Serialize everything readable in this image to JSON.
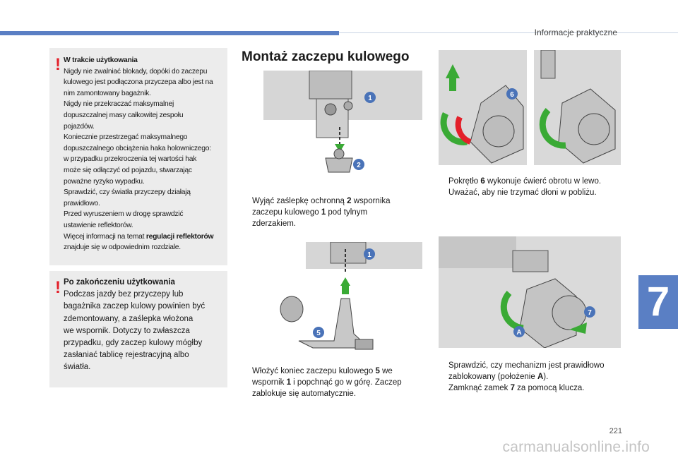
{
  "header": {
    "section": "Informacje praktyczne"
  },
  "warning1": {
    "title": "W trakcie użytkowania",
    "lines": [
      "Nigdy nie zwalniać blokady, dopóki do zaczepu",
      "kulowego jest podłączona przyczepa albo jest na",
      "nim zamontowany bagażnik.",
      "Nigdy nie przekraczać maksymalnej",
      "dopuszczalnej masy całkowitej zespołu",
      "pojazdów.",
      "Koniecznie przestrzegać maksymalnego",
      "dopuszczalnego obciążenia haka holowniczego:",
      "w przypadku przekroczenia tej wartości hak",
      "może się odłączyć od pojazdu, stwarzając",
      "poważne ryzyko wypadku.",
      "Sprawdzić, czy światła przyczepy działają",
      "prawidłowo.",
      "Przed wyruszeniem w drogę sprawdzić",
      "ustawienie reflektorów."
    ],
    "last_pre": "Więcej informacji na temat ",
    "last_bold": "regulacji reflektorów",
    "last_post": "znajduje się w odpowiednim rozdziale."
  },
  "warning2": {
    "title": "Po zakończeniu użytkowania",
    "lines": [
      "Podczas jazdy bez przyczepy lub",
      "bagażnika zaczep kulowy powinien być",
      "zdemontowany, a zaślepka włożona",
      "we wspornik. Dotyczy to zwłaszcza",
      "przypadku, gdy zaczep kulowy mógłby",
      "zasłaniać tablicę rejestracyjną albo",
      "światła."
    ]
  },
  "section_title": "Montaż zaczepu kulowego",
  "figure_labels": {
    "one": "1",
    "two": "2",
    "five": "5",
    "six": "6",
    "seven": "7",
    "a": "A"
  },
  "steps": {
    "s1": {
      "l1a": "Wyjąć zaślepkę ochronną ",
      "l1b": "2",
      "l1c": " wspornika",
      "l2a": "zaczepu kulowego ",
      "l2b": "1",
      "l2c": " pod tylnym",
      "l3": "zderzakiem."
    },
    "s2": {
      "l1a": "Włożyć koniec zaczepu kulowego ",
      "l1b": "5",
      "l1c": " we",
      "l2a": "wspornik ",
      "l2b": "1",
      "l2c": " i popchnąć go w górę. Zaczep",
      "l3": "zablokuje się automatycznie."
    },
    "s3": {
      "l1a": "Pokrętło ",
      "l1b": "6",
      "l1c": " wykonuje ćwierć obrotu w lewo.",
      "l2": "Uważać, aby nie trzymać dłoni w pobliżu."
    },
    "s4": {
      "l1": "Sprawdzić, czy mechanizm jest prawidłowo",
      "l2a": "zablokowany (położenie ",
      "l2b": "A",
      "l2c": ")."
    },
    "s5": {
      "l1a": "Zamknąć zamek ",
      "l1b": "7",
      "l1c": " za pomocą klucza."
    }
  },
  "checkbox_glyph": "",
  "chapter": "7",
  "page_number": "221",
  "watermark": "carmanualsonline.info",
  "colors": {
    "accent": "#5a7fc4",
    "warning": "#e3202a",
    "green": "#3aaa35",
    "red": "#e3202a",
    "callout": "#4a73b8"
  }
}
